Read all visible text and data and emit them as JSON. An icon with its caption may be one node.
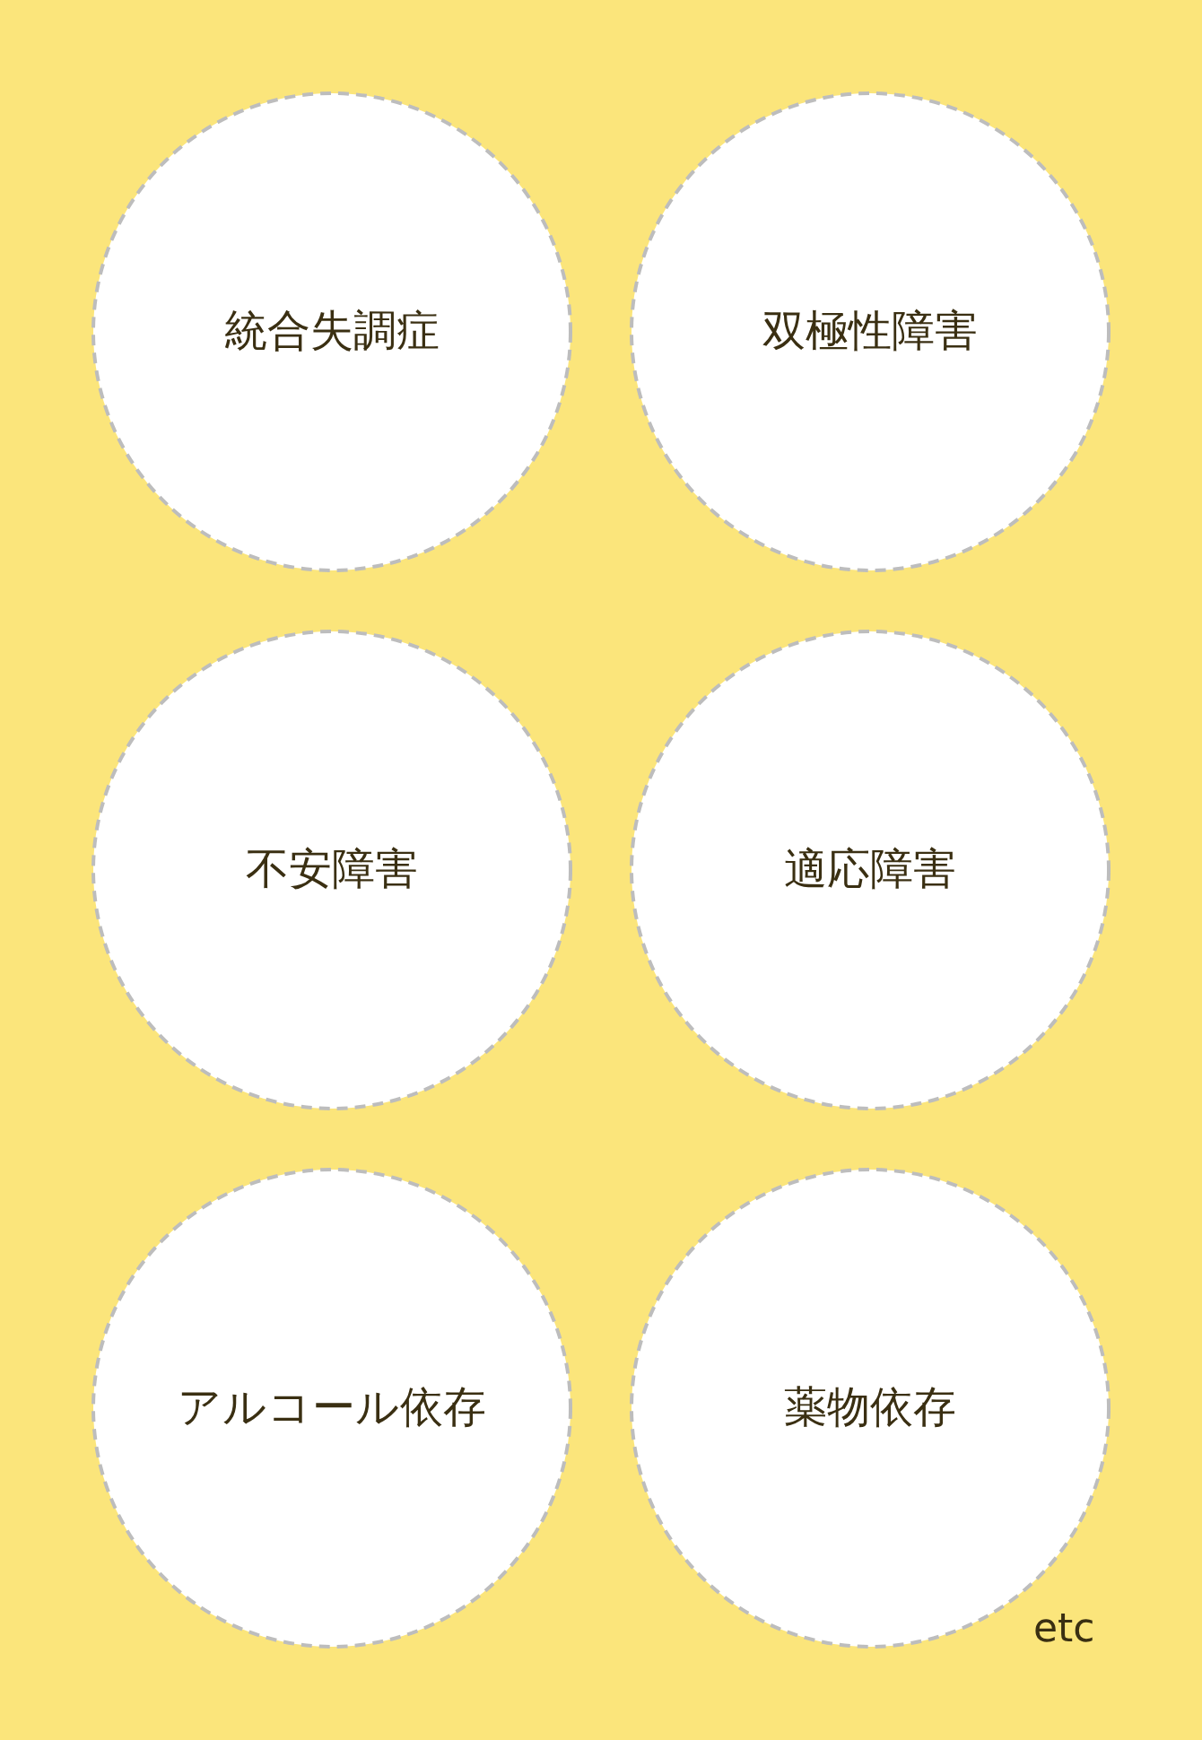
{
  "diagram": {
    "nodes": [
      {
        "text": [
          "統合失調症"
        ]
      },
      {
        "text": [
          "双極性障害"
        ]
      },
      {
        "text": [
          "不安障害"
        ]
      },
      {
        "text": [
          "適応障害"
        ]
      },
      {
        "text": [
          "アルコール依存"
        ]
      },
      {
        "text": [
          "薬物依存"
        ]
      }
    ],
    "labels": [
      "etc"
    ]
  }
}
